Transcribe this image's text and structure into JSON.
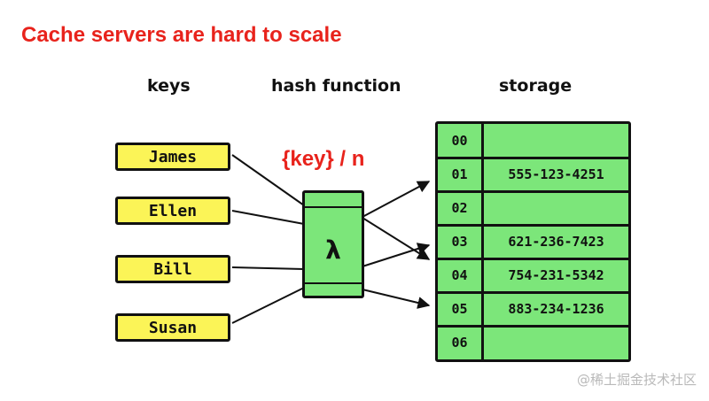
{
  "title": "Cache servers are hard to scale",
  "headers": {
    "keys": "keys",
    "hash": "hash function",
    "storage": "storage"
  },
  "keys": [
    "James",
    "Ellen",
    "Bill",
    "Susan"
  ],
  "formula": "{key} / n",
  "hash_symbol": "λ",
  "storage": [
    {
      "index": "00",
      "value": ""
    },
    {
      "index": "01",
      "value": "555-123-4251"
    },
    {
      "index": "02",
      "value": ""
    },
    {
      "index": "03",
      "value": "621-236-7423"
    },
    {
      "index": "04",
      "value": "754-231-5342"
    },
    {
      "index": "05",
      "value": "883-234-1236"
    },
    {
      "index": "06",
      "value": ""
    }
  ],
  "watermark": "@稀土掘金技术社区",
  "colors": {
    "title": "#e8231c",
    "key_fill": "#fbf457",
    "cell_fill": "#7ce67a",
    "stroke": "#111111"
  }
}
